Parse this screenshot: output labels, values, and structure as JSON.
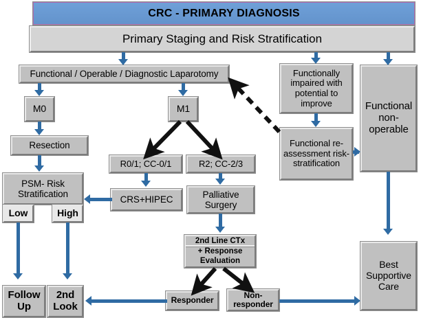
{
  "header": {
    "title": "CRC - PRIMARY DIAGNOSIS",
    "subtitle": "Primary Staging and Risk Stratification",
    "title_bg": "#6798d4",
    "title_border": "#b06bb0",
    "subtitle_bg": "#d4d4d4"
  },
  "theme": {
    "box_fill": "#c0c0c0",
    "light_box_fill": "#e8e8e8",
    "arrow_blue": "#2f6ba3",
    "black_arrow": "#111111",
    "page_bg": "#ffffff"
  },
  "nodes": {
    "laparotomy": "Functional / Operable / Diagnostic Laparotomy",
    "m0": "M0",
    "m1": "M1",
    "resection": "Resection",
    "psm_risk": "PSM- Risk Stratification",
    "low": "Low",
    "high": "High",
    "r01": "R0/1; CC-0/1",
    "r2": "R2; CC-2/3",
    "crs_hipec": "CRS+HIPEC",
    "palliative": "Palliative Surgery",
    "ctx_line1": "2nd Line CTx",
    "ctx_line2": "+ Response Evaluation",
    "responder": "Responder",
    "nonresponder": "Non-responder",
    "follow_up": "Follow Up",
    "second_look": "2nd Look",
    "func_impaired": "Functionally impaired with potential to improve",
    "func_reassess": "Functional re-assessment risk-stratification",
    "func_nonop": "Functional non-operable",
    "best_supportive": "Best Supportive Care"
  },
  "edges": [
    {
      "from": "subtitle",
      "to": "laparotomy",
      "style": "solid-blue"
    },
    {
      "from": "subtitle",
      "to": "func_impaired",
      "style": "solid-blue"
    },
    {
      "from": "subtitle",
      "to": "func_nonop",
      "style": "solid-blue"
    },
    {
      "from": "laparotomy",
      "to": "m0",
      "style": "solid-blue"
    },
    {
      "from": "laparotomy",
      "to": "m1",
      "style": "solid-blue"
    },
    {
      "from": "m0",
      "to": "resection",
      "style": "solid-blue"
    },
    {
      "from": "resection",
      "to": "psm_risk",
      "style": "solid-blue"
    },
    {
      "from": "m1",
      "to": "r01",
      "style": "solid-black"
    },
    {
      "from": "m1",
      "to": "r2",
      "style": "solid-black"
    },
    {
      "from": "r01",
      "to": "crs_hipec",
      "style": "solid-blue"
    },
    {
      "from": "crs_hipec",
      "to": "psm_risk",
      "style": "solid-blue"
    },
    {
      "from": "r2",
      "to": "palliative",
      "style": "solid-blue"
    },
    {
      "from": "palliative",
      "to": "ctx",
      "style": "solid-blue"
    },
    {
      "from": "ctx",
      "to": "responder",
      "style": "solid-black"
    },
    {
      "from": "ctx",
      "to": "nonresponder",
      "style": "solid-black"
    },
    {
      "from": "responder",
      "to": "second_look",
      "style": "solid-blue"
    },
    {
      "from": "nonresponder",
      "to": "best_supportive",
      "style": "solid-blue"
    },
    {
      "from": "low",
      "to": "follow_up",
      "style": "solid-blue"
    },
    {
      "from": "high",
      "to": "second_look",
      "style": "solid-blue"
    },
    {
      "from": "func_impaired",
      "to": "func_reassess",
      "style": "solid-blue"
    },
    {
      "from": "func_reassess",
      "to": "func_nonop",
      "style": "solid-blue"
    },
    {
      "from": "func_nonop",
      "to": "best_supportive",
      "style": "solid-blue"
    },
    {
      "from": "func_reassess",
      "to": "laparotomy",
      "style": "dashed-black"
    }
  ]
}
